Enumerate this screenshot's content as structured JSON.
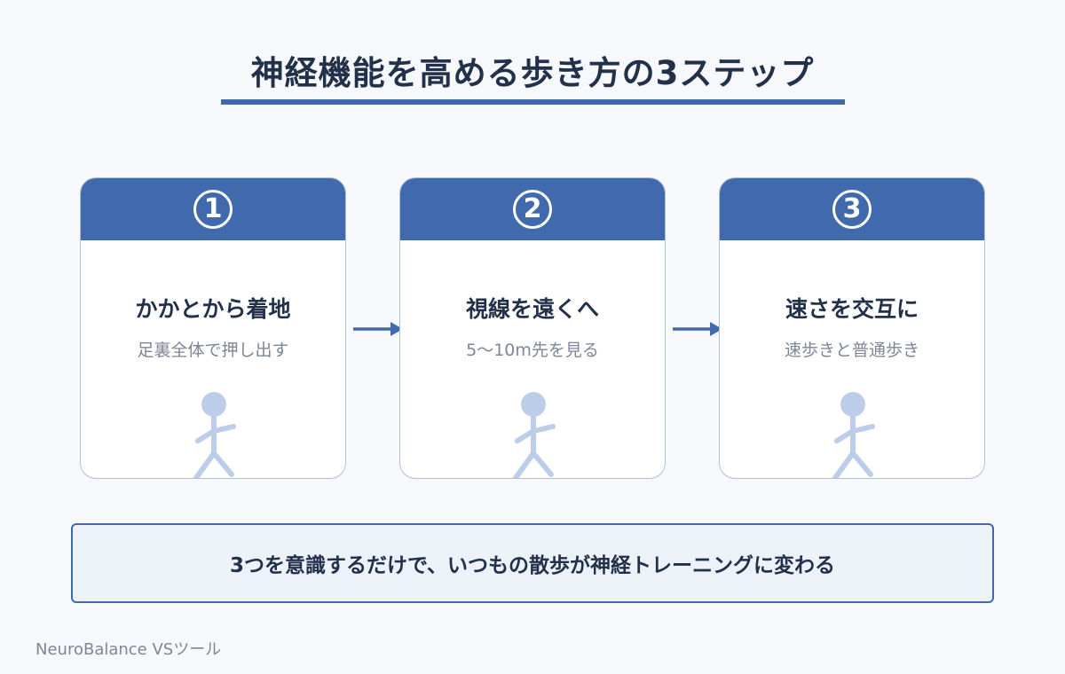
{
  "title": "神経機能を高める歩き方の3ステップ",
  "steps": [
    {
      "number": "1",
      "title": "かかとから着地",
      "subtitle": "足裏全体で押し出す"
    },
    {
      "number": "2",
      "title": "視線を遠くへ",
      "subtitle": "5〜10m先を見る"
    },
    {
      "number": "3",
      "title": "速さを交互に",
      "subtitle": "速歩きと普通歩き"
    }
  ],
  "summary": "3つを意識するだけで、いつもの散歩が神経トレーニングに変わる",
  "footer": "NeuroBalance VSツール",
  "colors": {
    "accent": "#4169ae",
    "figure": "#bccdea",
    "text": "#22304a",
    "muted": "#7c8797",
    "summary_bg": "#edf2f9"
  },
  "icons": [
    "walking-figure-icon",
    "arrow-right-icon"
  ]
}
